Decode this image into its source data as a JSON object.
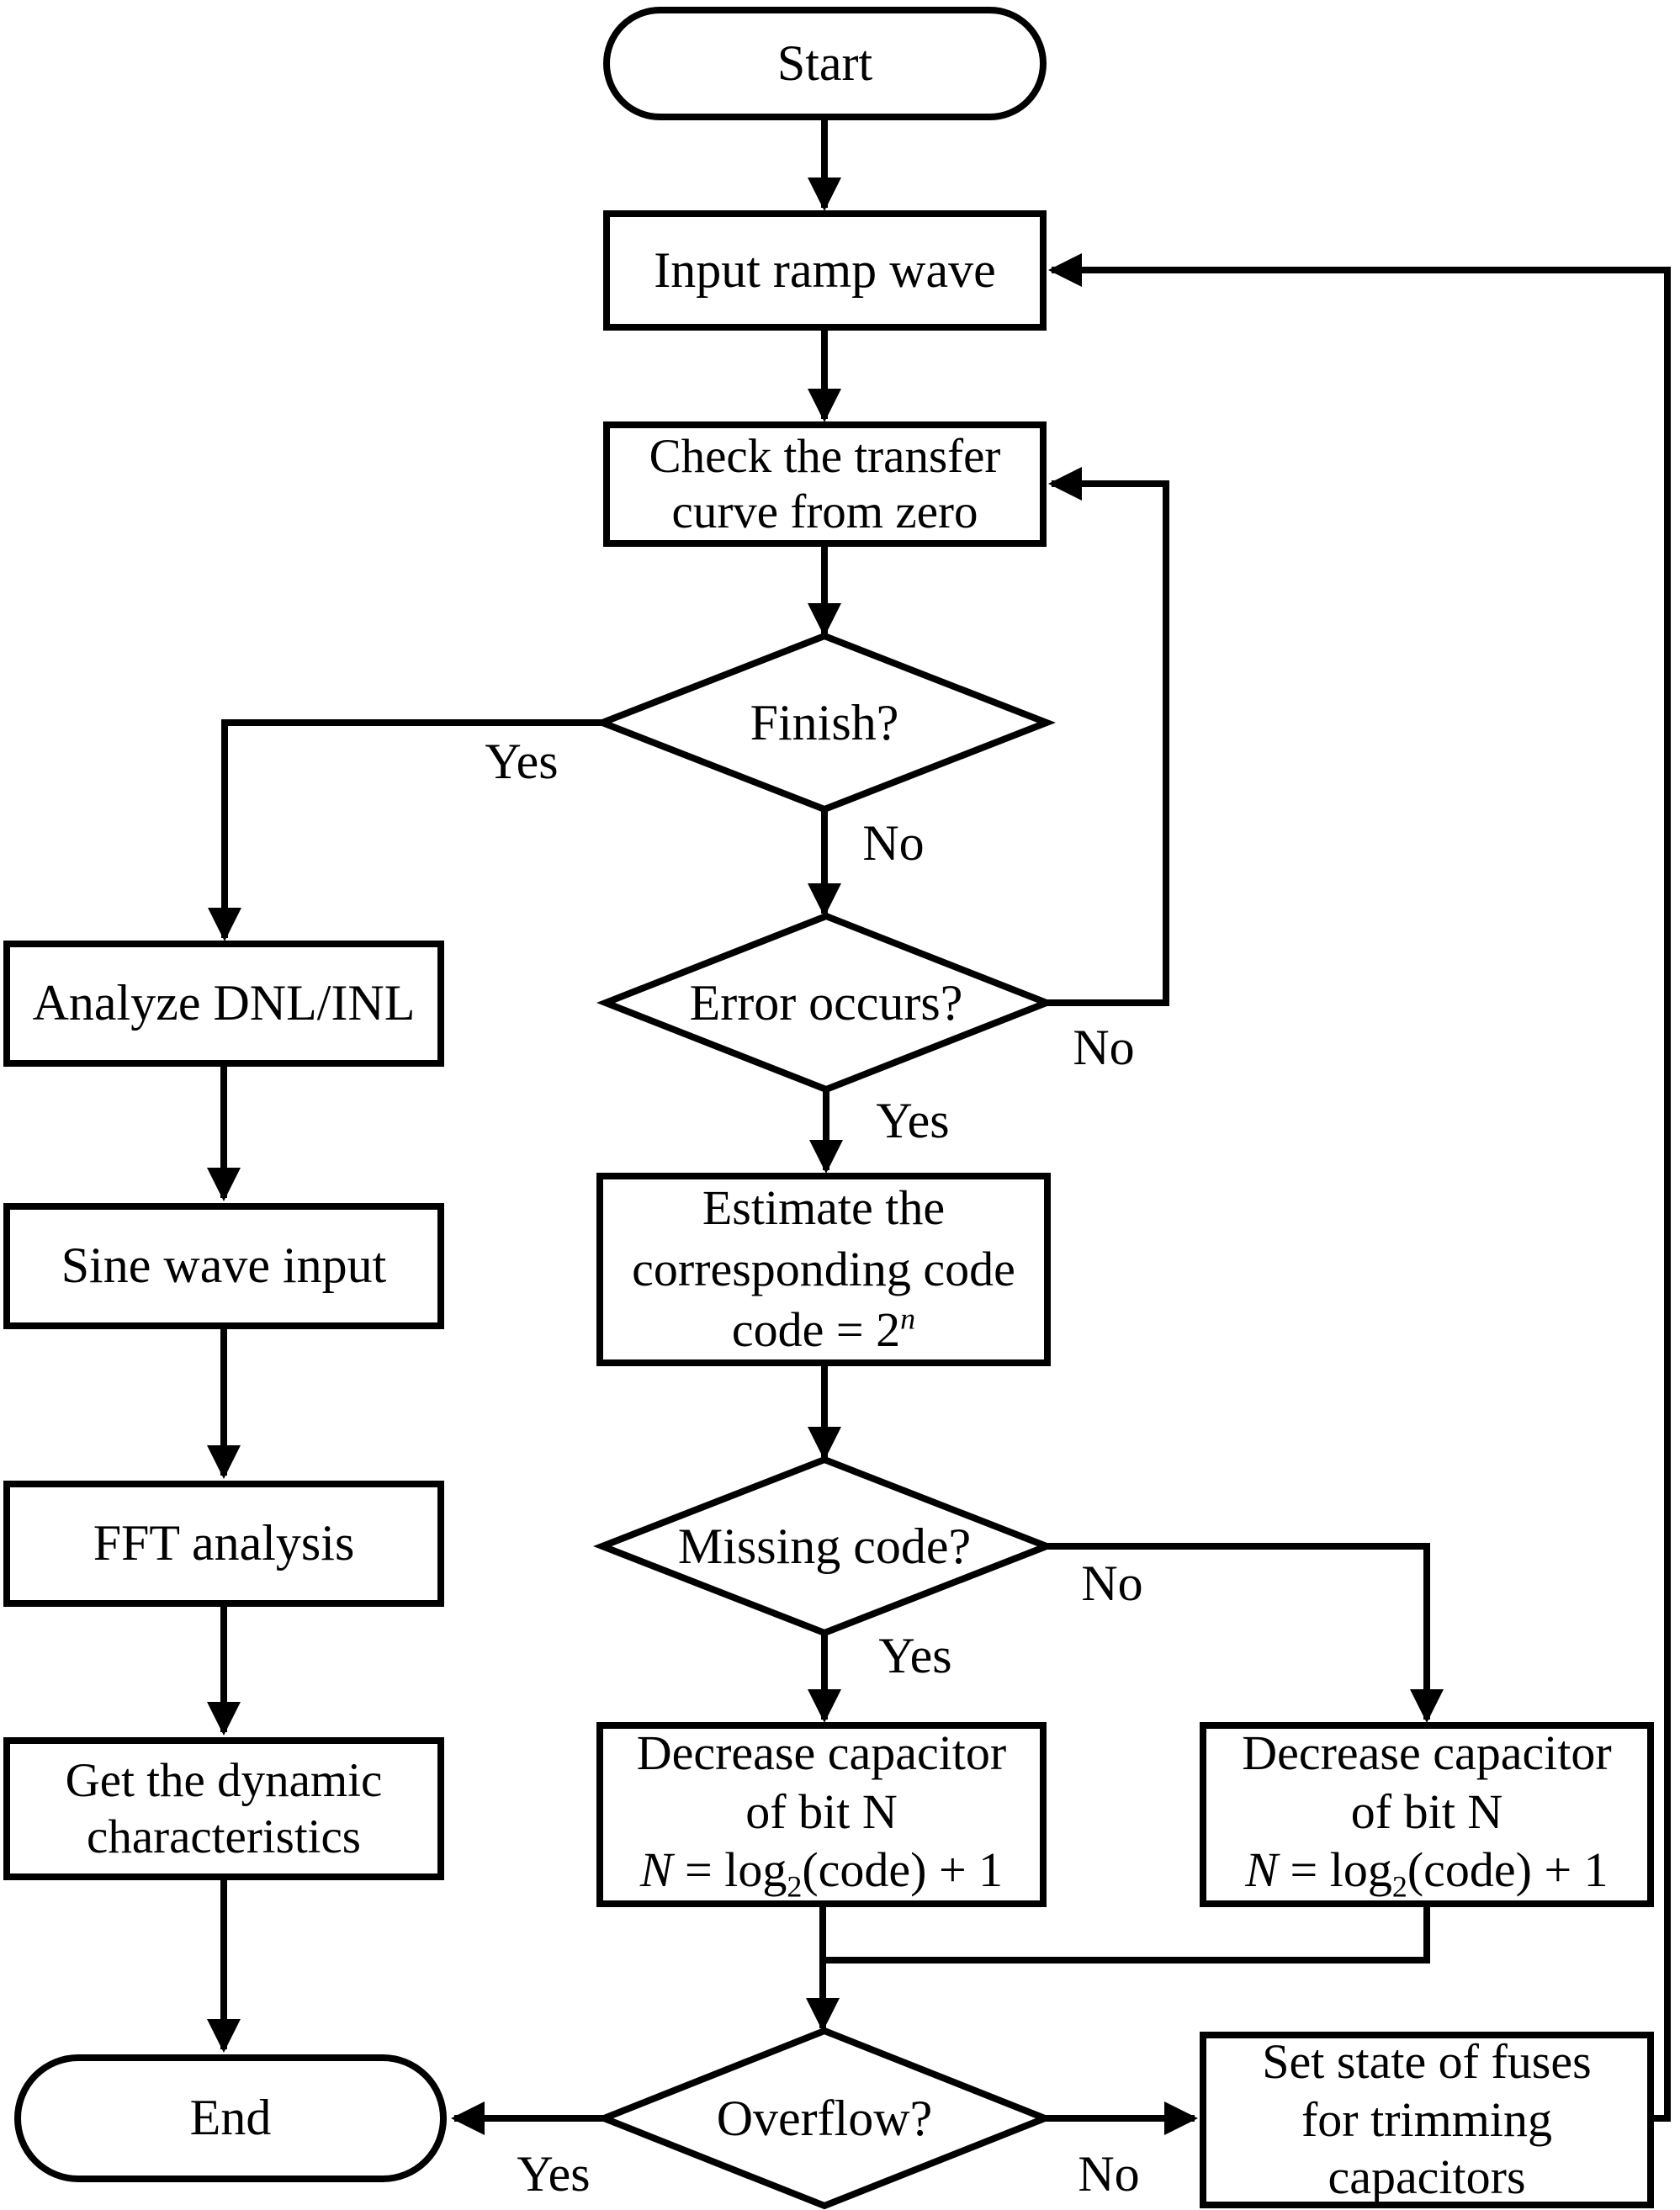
{
  "colors": {
    "line": "#000000",
    "background": "#ffffff"
  },
  "nodes": {
    "start": {
      "label": "Start"
    },
    "input_ramp": {
      "label": "Input ramp wave"
    },
    "check_transfer": {
      "lines": [
        "Check the transfer",
        "curve from zero"
      ]
    },
    "finish": {
      "label": "Finish?"
    },
    "error_occurs": {
      "label": "Error occurs?"
    },
    "estimate_code": {
      "lines": [
        "Estimate the",
        "corresponding code"
      ],
      "formula_base": "code = 2",
      "formula_sup": "n"
    },
    "missing_code": {
      "label": "Missing code?"
    },
    "decrease_left": {
      "lines": [
        "Decrease capacitor",
        "of bit N"
      ],
      "formula_var": "N",
      "formula_mid": " = log",
      "formula_sub": "2",
      "formula_rest": "(code) + 1"
    },
    "decrease_right": {
      "lines": [
        "Decrease capacitor",
        "of bit N"
      ],
      "formula_var": "N",
      "formula_mid": " = log",
      "formula_sub": "2",
      "formula_rest": "(code) + 1"
    },
    "overflow": {
      "label": "Overflow?"
    },
    "set_fuses": {
      "lines": [
        "Set state of fuses",
        "for trimming",
        "capacitors"
      ]
    },
    "end": {
      "label": "End"
    },
    "analyze_dnl_inl": {
      "label": "Analyze DNL/INL"
    },
    "sine_wave": {
      "label": "Sine wave input"
    },
    "fft_analysis": {
      "label": "FFT analysis"
    },
    "get_dynamic": {
      "lines": [
        "Get the dynamic",
        "characteristics"
      ]
    }
  },
  "edge_labels": {
    "finish_yes": "Yes",
    "finish_no": "No",
    "error_no": "No",
    "error_yes": "Yes",
    "missing_no": "No",
    "missing_yes": "Yes",
    "overflow_yes": "Yes",
    "overflow_no": "No"
  }
}
